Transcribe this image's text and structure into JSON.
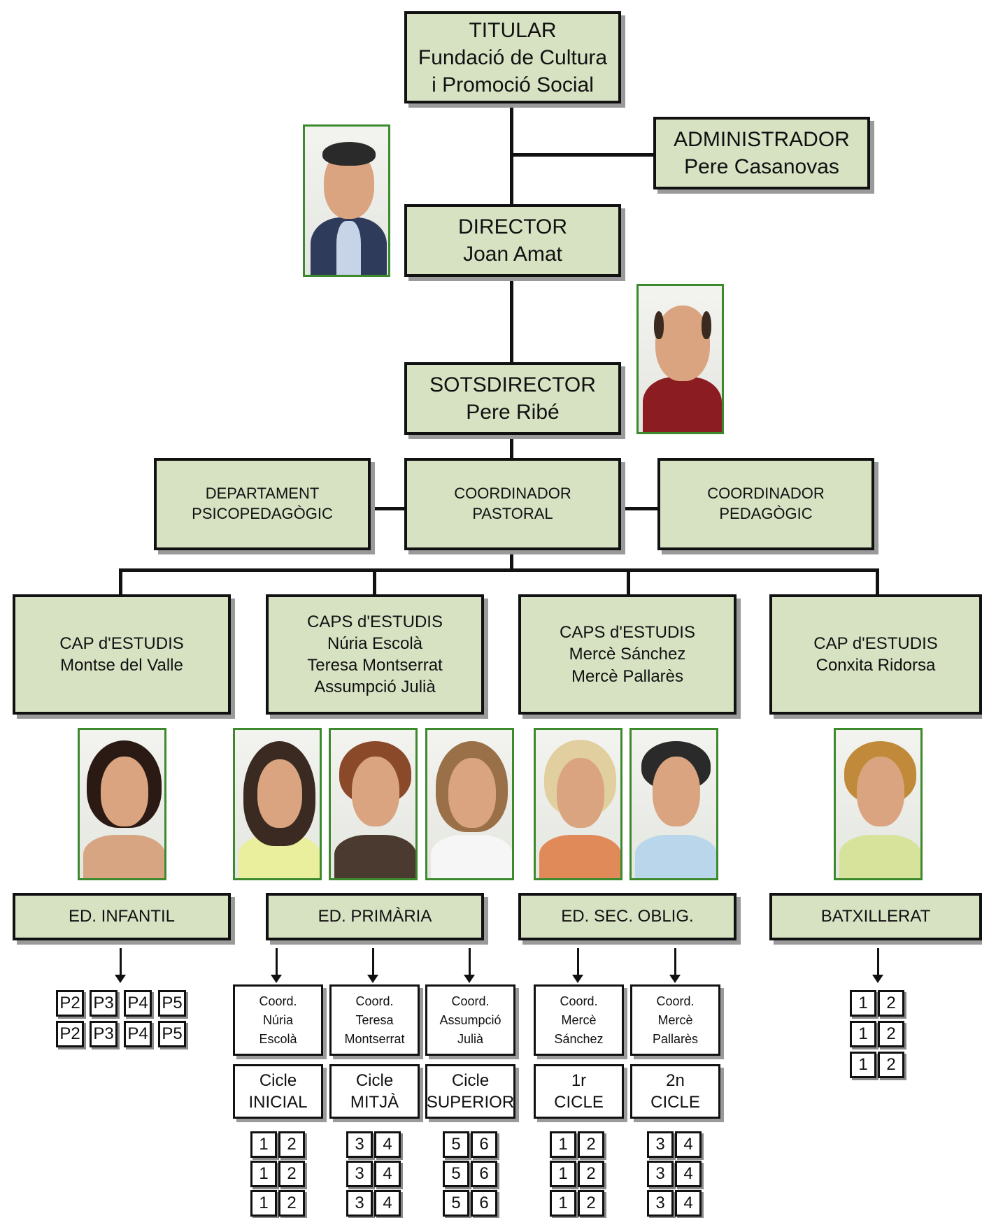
{
  "titular": {
    "l1": "TITULAR",
    "l2": "Fundació de Cultura",
    "l3": "i Promoció Social"
  },
  "administrador": {
    "l1": "ADMINISTRADOR",
    "l2": "Pere Casanovas"
  },
  "director": {
    "l1": "DIRECTOR",
    "l2": "Joan Amat"
  },
  "sotsdirector": {
    "l1": "SOTSDIRECTOR",
    "l2": "Pere Ribé"
  },
  "dept": {
    "l1": "DEPARTAMENT",
    "l2": "PSICOPEDAGÒGIC"
  },
  "coord_pastoral": {
    "l1": "COORDINADOR",
    "l2": "PASTORAL"
  },
  "coord_pedagogic": {
    "l1": "COORDINADOR",
    "l2": "PEDAGÒGIC"
  },
  "caps": [
    {
      "l1": "CAP d'ESTUDIS",
      "l2": "Montse del Valle"
    },
    {
      "l1": "CAPS d'ESTUDIS",
      "l2": "Núria Escolà",
      "l3": "Teresa Montserrat",
      "l4": "Assumpció Julià"
    },
    {
      "l1": "CAPS d'ESTUDIS",
      "l2": "Mercè Sánchez",
      "l3": "Mercè Pallarès"
    },
    {
      "l1": "CAP d'ESTUDIS",
      "l2": "Conxita Ridorsa"
    }
  ],
  "levels": [
    "ED. INFANTIL",
    "ED. PRIMÀRIA",
    "ED. SEC. OBLIG.",
    "BATXILLERAT"
  ],
  "infantil_groups": [
    "P2",
    "P3",
    "P4",
    "P5"
  ],
  "coords": [
    {
      "l1": "Coord.",
      "l2": "Núria",
      "l3": "Escolà"
    },
    {
      "l1": "Coord.",
      "l2": "Teresa",
      "l3": "Montserrat"
    },
    {
      "l1": "Coord.",
      "l2": "Assumpció",
      "l3": "Julià"
    },
    {
      "l1": "Coord.",
      "l2": "Mercè",
      "l3": "Sánchez"
    },
    {
      "l1": "Coord.",
      "l2": "Mercè",
      "l3": "Pallarès"
    }
  ],
  "cicles": [
    {
      "l1": "Cicle",
      "l2": "INICIAL"
    },
    {
      "l1": "Cicle",
      "l2": "MITJÀ"
    },
    {
      "l1": "Cicle",
      "l2": "SUPERIOR"
    },
    {
      "l1": "1r",
      "l2": "CICLE"
    },
    {
      "l1": "2n",
      "l2": "CICLE"
    }
  ],
  "courses": {
    "c12": [
      "1",
      "2"
    ],
    "c34": [
      "3",
      "4"
    ],
    "c56": [
      "5",
      "6"
    ]
  }
}
